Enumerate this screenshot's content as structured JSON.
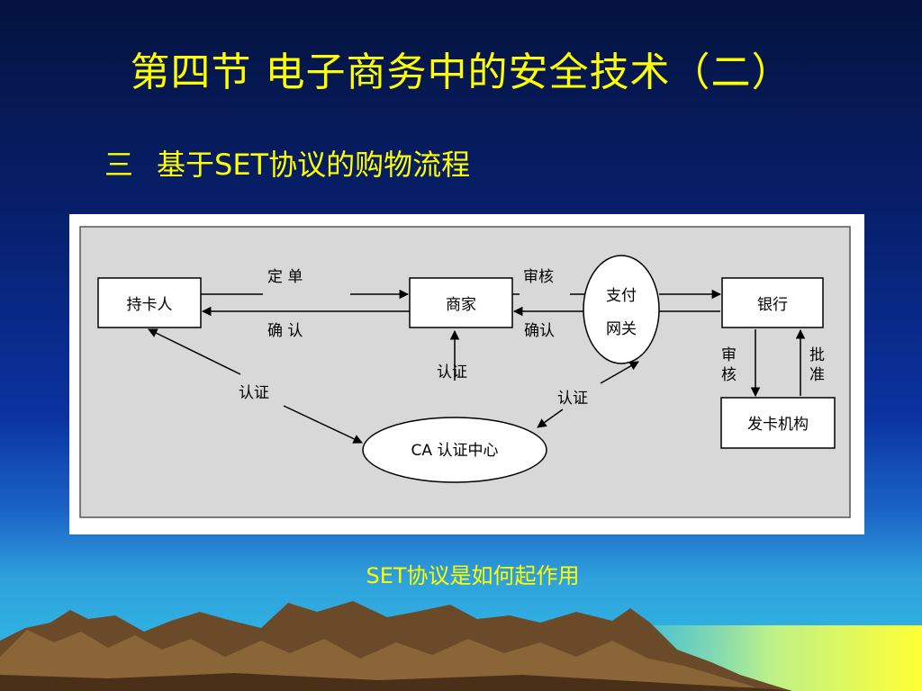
{
  "slide": {
    "title": "第四节  电子商务中的安全技术（二）",
    "subtitle_number": "三",
    "subtitle_text": "基于SET协议的购物流程",
    "caption": "SET协议是如何起作用"
  },
  "diagram": {
    "nodes": {
      "cardholder": "持卡人",
      "merchant": "商家",
      "gateway_line1": "支付",
      "gateway_line2": "网关",
      "bank": "银行",
      "issuer": "发卡机构",
      "ca": "CA 认证中心"
    },
    "labels": {
      "order": "定  单",
      "confirm": "确  认",
      "review": "审核",
      "gateway_confirm": "确认",
      "cert_merchant": "认证",
      "cert_cardholder": "认证",
      "cert_gateway": "认证",
      "bank_review_1": "审",
      "bank_review_2": "核",
      "approve_1": "批",
      "approve_2": "准"
    }
  },
  "colors": {
    "title": "#ffff00",
    "background_top": "#04133f",
    "background_bottom": "#2fc0e8"
  }
}
